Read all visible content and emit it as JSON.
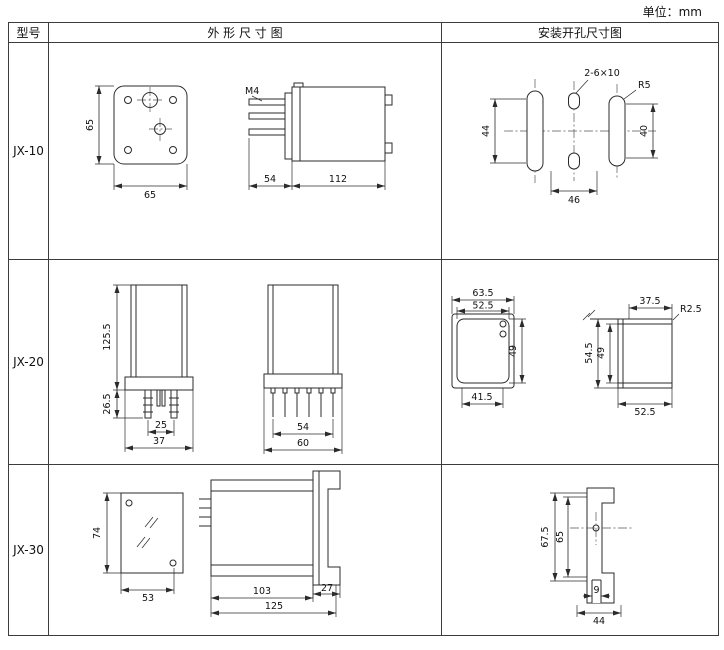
{
  "unit_label": "单位：mm",
  "headers": {
    "model": "型号",
    "outline": "外 形 尺 寸 图",
    "mounting": "安装开孔尺寸图"
  },
  "rows": [
    {
      "model": "JX-10",
      "outline": {
        "front_height": "65",
        "front_width": "65",
        "thread_label": "M4",
        "terminal_depth": "54",
        "body_length": "112"
      },
      "mounting": {
        "holes_label": "2-6×10",
        "radius_label": "R5",
        "hole_spacing_vertical": "44",
        "slot_length": "40",
        "hole_spacing_horizontal": "46"
      }
    },
    {
      "model": "JX-20",
      "outline": {
        "total_height": "125.5",
        "stud_length": "26.5",
        "stud_spacing": "25",
        "base_width": "37",
        "pin_span": "54",
        "base_length": "60"
      },
      "mounting": {
        "cutout_outer_width": "63.5",
        "cutout_inner_width": "52.5",
        "cutout_height": "49",
        "cutout_bottom_width": "41.5",
        "panel_top_width": "37.5",
        "panel_radius_label": "R2.5",
        "panel_outer_height": "54.5",
        "panel_inner_height": "49",
        "panel_bottom_width": "52.5"
      }
    },
    {
      "model": "JX-30",
      "outline": {
        "front_height": "74",
        "front_width": "53",
        "body_length": "103",
        "bracket_depth": "27",
        "total_length": "125"
      },
      "mounting": {
        "outer_height": "67.5",
        "inner_height": "65",
        "slot_width": "9",
        "hole_spacing": "44"
      }
    }
  ]
}
